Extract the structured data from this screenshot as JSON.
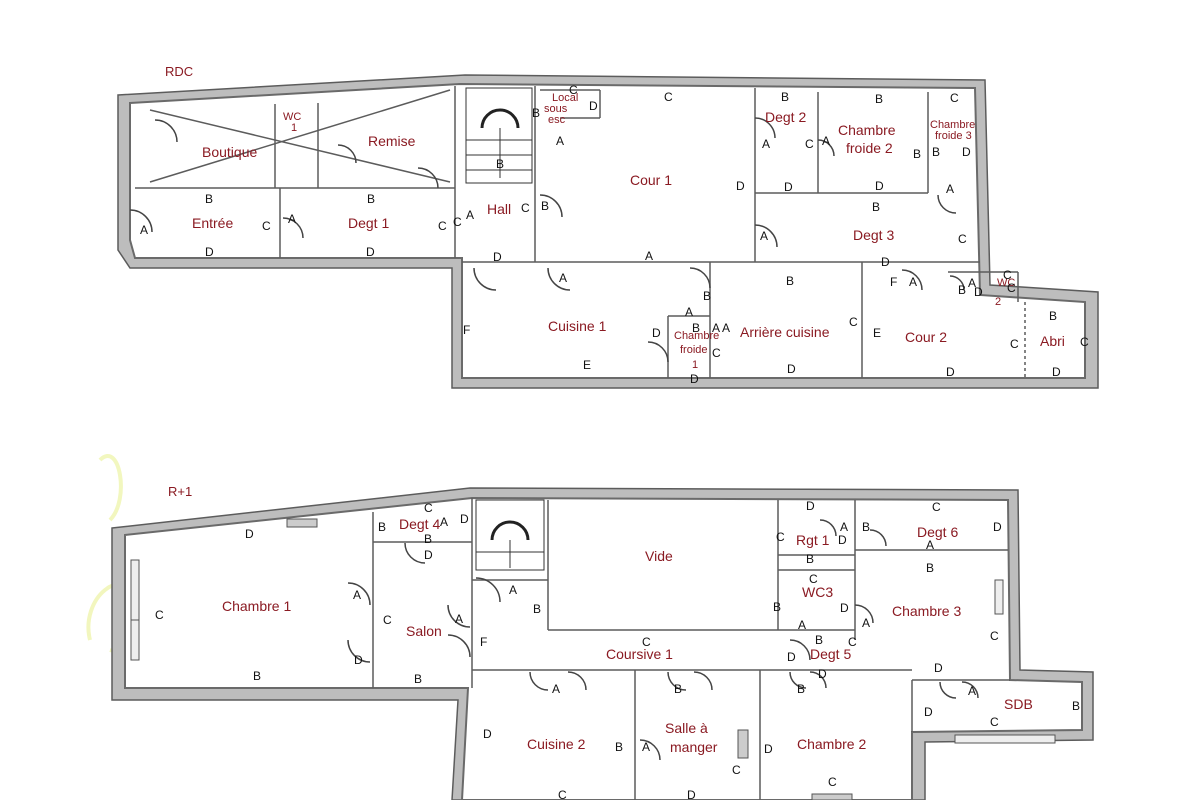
{
  "levels": [
    {
      "label": "RDC"
    },
    {
      "label": "R+1"
    }
  ],
  "rooms_rdc": {
    "boutique": "Boutique",
    "wc": "WC\n1",
    "remise": "Remise",
    "entree": "Entrée",
    "degt1": "Degt 1",
    "hall": "Hall",
    "local": "Local\nsous\nesc",
    "cour1": "Cour 1",
    "degt2": "Degt 2",
    "chambre_froide2": "Chambre\nfroide 2",
    "chambre_froide3": "Chambre\nfroide 3",
    "degt3": "Degt 3",
    "cuisine1": "Cuisine 1",
    "chambre_froide1": "Chambre\nfroide\n1",
    "arriere_cuisine": "Arrière cuisine",
    "cour2": "Cour 2",
    "wc2": "WC\n2",
    "abri": "Abri"
  },
  "rooms_r1": {
    "chambre1": "Chambre 1",
    "degt4": "Degt 4",
    "salon": "Salon",
    "vide": "Vide",
    "rgt1": "Rgt 1",
    "degt6": "Degt 6",
    "wc3": "WC3",
    "chambre3": "Chambre 3",
    "coursive1": "Coursive 1",
    "degt5": "Degt 5",
    "cuisine2": "Cuisine 2",
    "salle": "Salle à\nmanger",
    "chambre2": "Chambre 2",
    "sdb": "SDB"
  },
  "wall_codes": {
    "A": "A",
    "B": "B",
    "C": "C",
    "D": "D",
    "E": "E",
    "F": "F"
  },
  "colors": {
    "wall": "#6a6a6a",
    "label": "#8a1a22",
    "watermark": "#e8f08a"
  }
}
